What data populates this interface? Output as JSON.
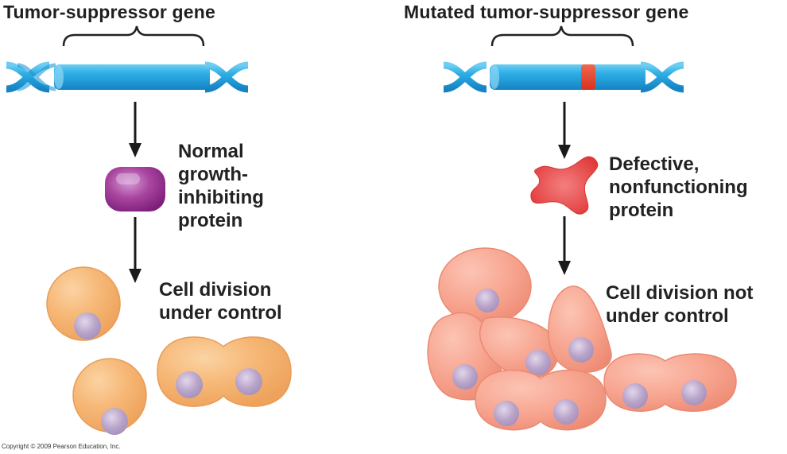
{
  "left_panel": {
    "title": "Tumor-suppressor gene",
    "protein_label": [
      "Normal",
      "growth-",
      "inhibiting",
      "protein"
    ],
    "cells_label": [
      "Cell division",
      "under control"
    ]
  },
  "right_panel": {
    "title": "Mutated tumor-suppressor gene",
    "protein_label": [
      "Defective,",
      "nonfunctioning",
      "protein"
    ],
    "cells_label": [
      "Cell division not",
      "under control"
    ]
  },
  "copyright": "Copyright © 2009 Pearson Education, Inc.",
  "colors": {
    "dna": "#29a9e1",
    "mutation": "#e8412c",
    "normal_protein": "#9b2f96",
    "defective_protein": "#e8454a",
    "normal_cell": "#f6b56f",
    "abnormal_cell": "#f6a18c",
    "nucleus": "#b9a4c4"
  }
}
